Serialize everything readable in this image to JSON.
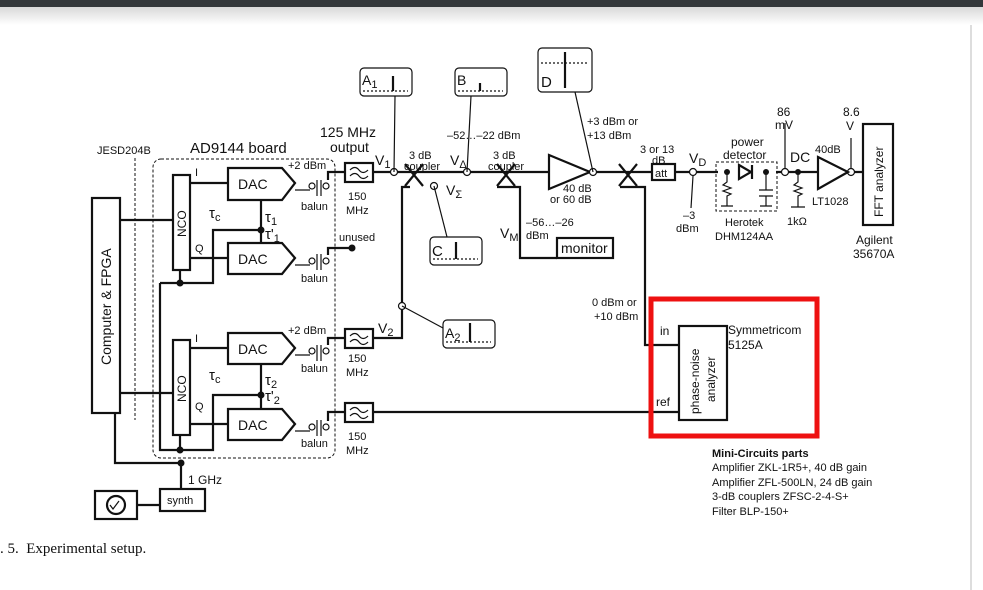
{
  "figure": {
    "caption": ". 5.  Experimental setup.",
    "highlight_color": "#ee1111",
    "computer": "Computer & FPGA",
    "jesd": "JESD204B",
    "board": "AD9144 board",
    "output": [
      "125 MHz",
      "output"
    ],
    "nco": "NCO",
    "i": "I",
    "q": "Q",
    "dac": "DAC",
    "balun": "balun",
    "tau_c": {
      "base": "τ",
      "sub": "c"
    },
    "tau1": {
      "base": "τ",
      "sub": "1"
    },
    "tau1p": {
      "base": "τ'",
      "sub": "1"
    },
    "tau2": {
      "base": "τ",
      "sub": "2"
    },
    "tau2p": {
      "base": "τ'",
      "sub": "2"
    },
    "plus2dbm": "+2 dBm",
    "unused": "unused",
    "filter": [
      "150",
      "MHz"
    ],
    "v1": {
      "base": "V",
      "sub": "1"
    },
    "v2": {
      "base": "V",
      "sub": "2"
    },
    "vdelta": {
      "base": "V",
      "sub": "Δ"
    },
    "vsigma": {
      "base": "V",
      "sub": "Σ"
    },
    "vm": {
      "base": "V",
      "sub": "M"
    },
    "vd": {
      "base": "V",
      "sub": "D"
    },
    "coupler": [
      "3  dB",
      "coupler"
    ],
    "level_delta": "–52…–22  dBm",
    "level_monitor": [
      "–56…–26",
      "dBm"
    ],
    "monitor": "monitor",
    "amp_gain": [
      "40 dB",
      "or 60 dB"
    ],
    "amp_out": [
      "+3 dBm or",
      "+13 dBm"
    ],
    "att_value": [
      "3 or 13",
      "dB"
    ],
    "att": "att",
    "vd_level": [
      "–3",
      "dBm"
    ],
    "detector": [
      "power",
      "detector"
    ],
    "detector_model": [
      "Herotek",
      "DHM124AA"
    ],
    "dc_level": [
      "86",
      "mV"
    ],
    "dc": "DC",
    "resistor": "1kΩ",
    "lf_gain": "40dB",
    "lf_amp": "LT1028",
    "v_out": [
      "8.6",
      "V"
    ],
    "fft": "FFT analyzer",
    "fft_model": [
      "Agilent",
      "35670A"
    ],
    "pna_level": [
      "0 dBm or",
      "+10 dBm"
    ],
    "pna_in": "in",
    "pna_ref": "ref",
    "pna": [
      "phase-noise",
      "analyzer"
    ],
    "pna_model": [
      "Symmetricom",
      "5125A"
    ],
    "clock": "1 GHz",
    "synth": "synth",
    "scopes": {
      "a1": {
        "base": "A",
        "sub": "1"
      },
      "a2": {
        "base": "A",
        "sub": "2"
      },
      "b": "B",
      "c": "C",
      "d": "D"
    },
    "parts": {
      "title": "Mini-Circuits parts",
      "lines": [
        "Amplifier ZKL-1R5+, 40 dB gain",
        "Amplifier ZFL-500LN, 24 dB gain",
        "3-dB couplers ZFSC-2-4-S+",
        "Filter BLP-150+"
      ]
    }
  }
}
